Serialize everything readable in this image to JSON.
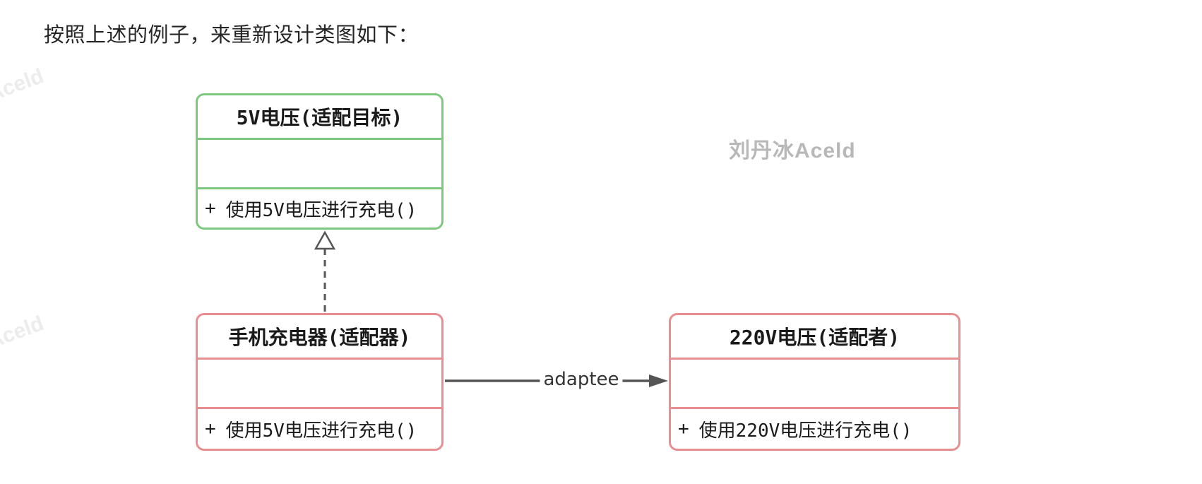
{
  "heading": {
    "text": "按照上述的例子，来重新设计类图如下："
  },
  "watermarks": {
    "edge_top": "Aceld",
    "edge_bottom": "Aceld",
    "corner": "刘丹冰Aceld",
    "edge_color": "#ececec",
    "corner_color": "#b8b8b8"
  },
  "diagram": {
    "type": "uml-class-diagram",
    "line_color": "#555555",
    "classes": [
      {
        "id": "target",
        "name": "5V电压(适配目标)",
        "attributes": "",
        "border_color": "#7dc87e",
        "methods": [
          {
            "visibility": "+",
            "signature": "使用5V电压进行充电()"
          }
        ]
      },
      {
        "id": "adapter",
        "name": "手机充电器(适配器)",
        "attributes": "",
        "border_color": "#e88e90",
        "methods": [
          {
            "visibility": "+",
            "signature": "使用5V电压进行充电()"
          }
        ]
      },
      {
        "id": "adaptee",
        "name": "220V电压(适配者)",
        "attributes": "",
        "border_color": "#e88e90",
        "methods": [
          {
            "visibility": "+",
            "signature": "使用220V电压进行充电()"
          }
        ]
      }
    ],
    "relations": [
      {
        "type": "realization",
        "from": "手机充电器(适配器)",
        "to": "5V电压(适配目标)",
        "style": "dashed",
        "arrowhead": "hollow-triangle",
        "label": ""
      },
      {
        "type": "association",
        "from": "手机充电器(适配器)",
        "to": "220V电压(适配者)",
        "style": "solid",
        "arrowhead": "filled-arrow",
        "label": "adaptee"
      }
    ]
  }
}
